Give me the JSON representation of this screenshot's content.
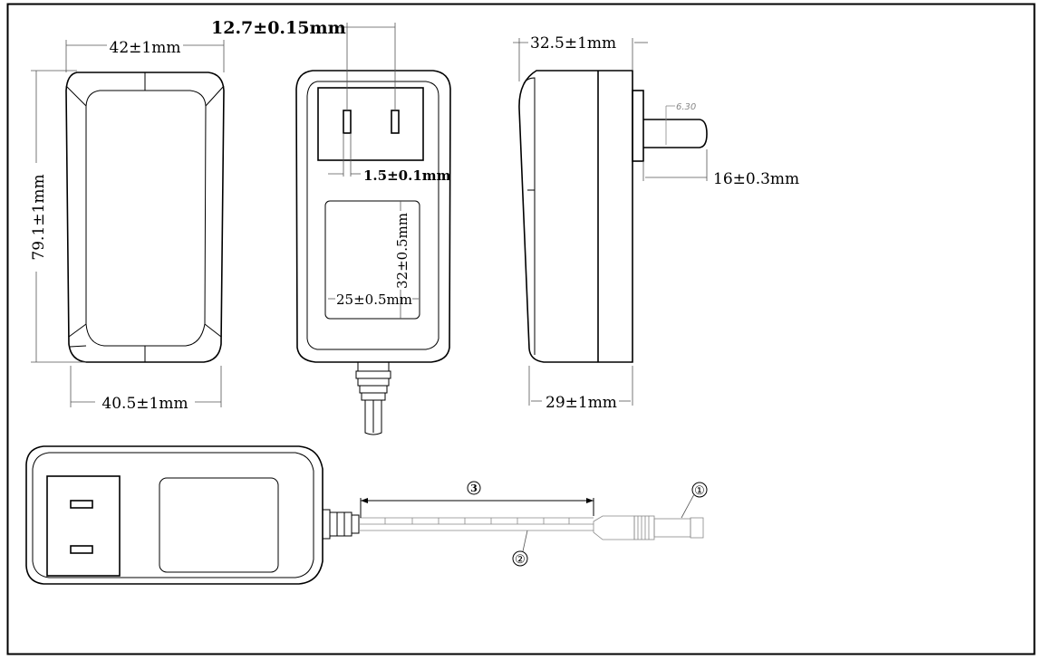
{
  "dimensions": {
    "front_width_top": "42±1mm",
    "front_width_bottom": "40.5±1mm",
    "front_height": "79.1±1mm",
    "pin_spacing": "12.7±0.15mm",
    "pin_width": "1.5±0.1mm",
    "label_width": "25±0.5mm",
    "label_height": "32±0.5mm",
    "side_depth_top": "32.5±1mm",
    "side_depth_bottom": "29±1mm",
    "pin_length": "16±0.3mm",
    "pin_small": "6.30"
  },
  "callouts": {
    "dc_plug": "①",
    "cable": "②",
    "cable_length": "3"
  }
}
